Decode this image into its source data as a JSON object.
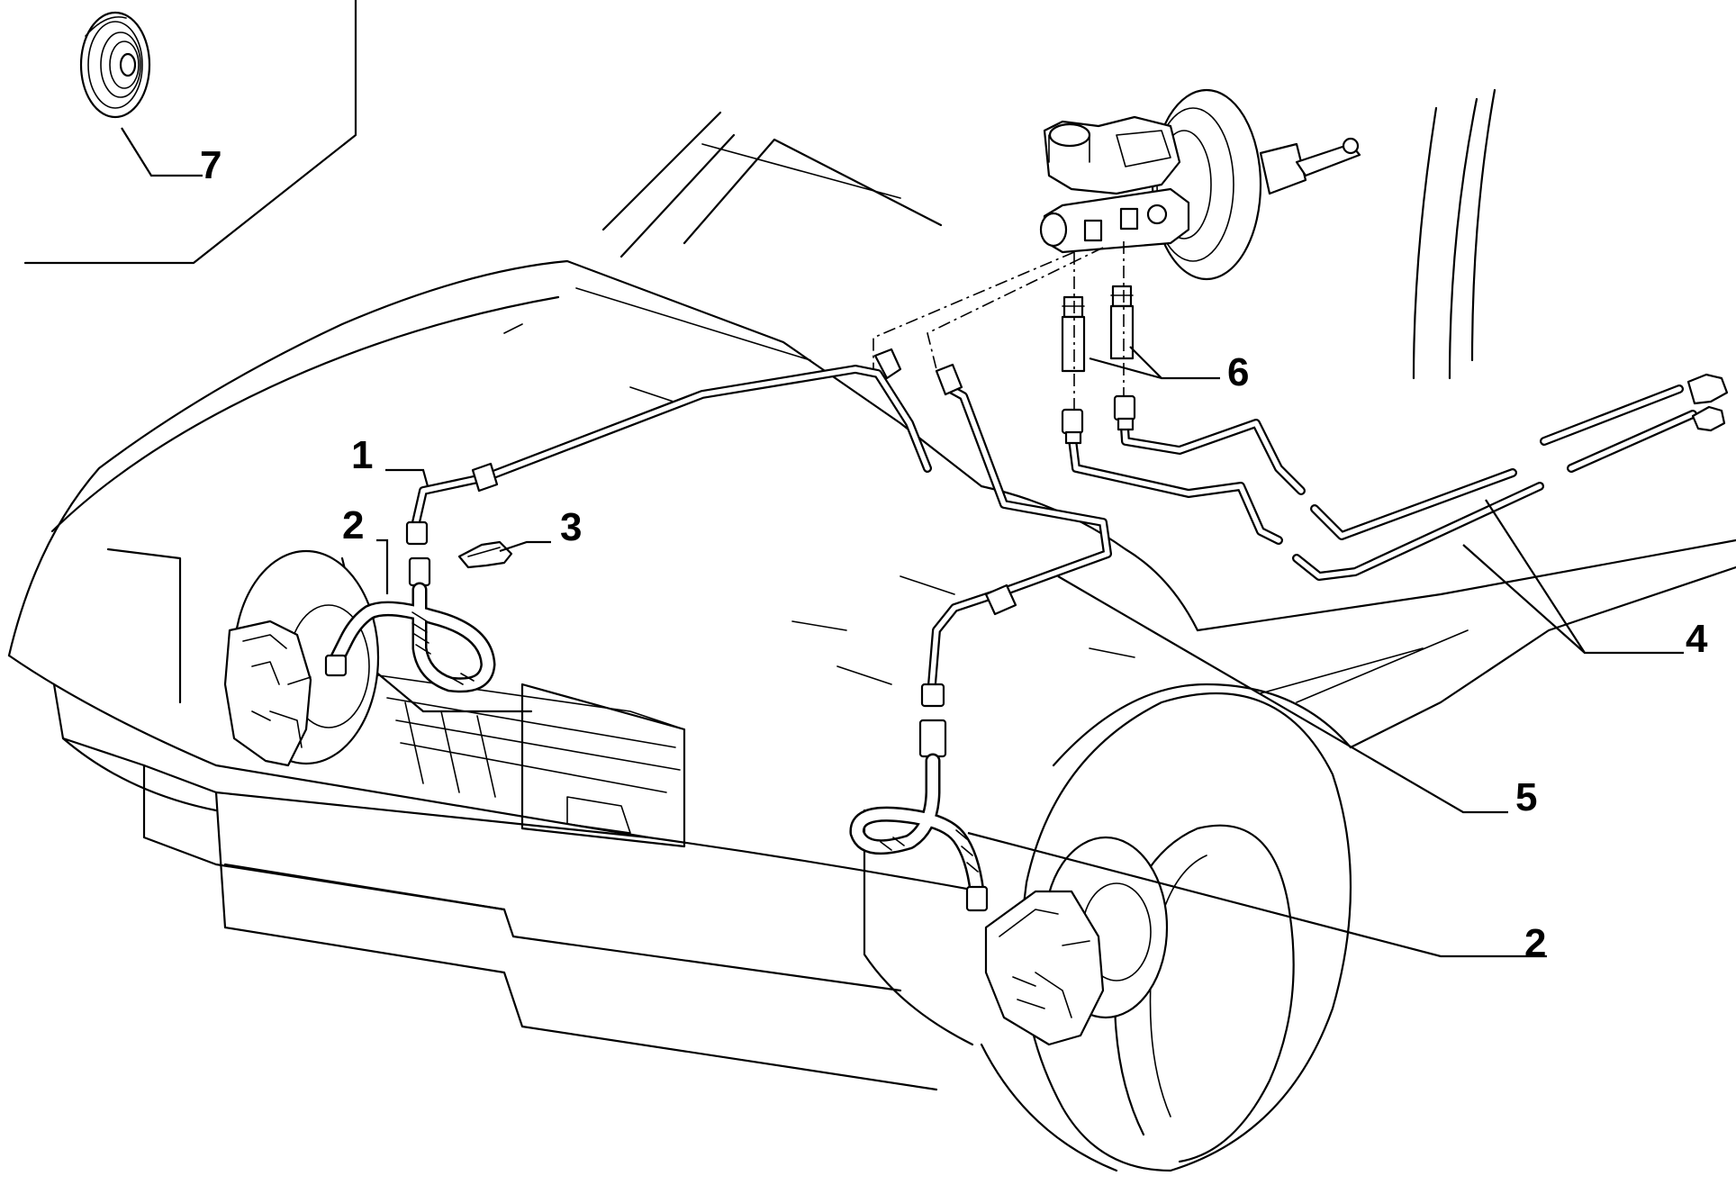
{
  "callouts": {
    "c1": "1",
    "c2a": "2",
    "c2b": "2",
    "c3": "3",
    "c4": "4",
    "c5": "5",
    "c6": "6",
    "c7": "7"
  }
}
